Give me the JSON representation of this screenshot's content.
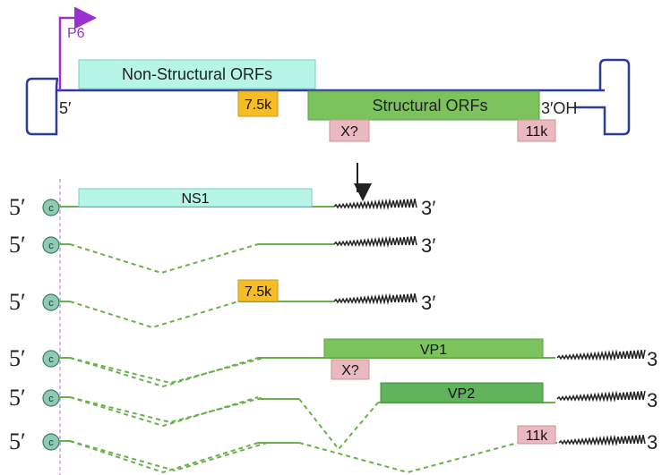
{
  "genome": {
    "promoter_label": "P6",
    "five_prime": "5′",
    "three_prime_oh": "3′OH",
    "ns_label": "Non-Structural ORFs",
    "s_label": "Structural ORFs",
    "orf_7_5k": "7.5k",
    "orf_x": "X?",
    "orf_11k": "11k"
  },
  "transcripts": {
    "five_prime": "5′",
    "cap": "c",
    "three_prime": "3′",
    "three_end": "3",
    "ns1": "NS1",
    "t3_7_5k": "7.5k",
    "vp1": "VP1",
    "t4_x": "X?",
    "vp2": "VP2",
    "t6_11k": "11k"
  },
  "colors": {
    "ns_fill": "#b7f5e8",
    "s_fill": "#7cc35e",
    "vp2_fill": "#5fb35a",
    "orf_yellow": "#f6bd26",
    "orf_pink": "#eab8bf",
    "genome_line": "#2f3c96",
    "promoter": "#9b2fd2",
    "transcript_line": "#6ab04c",
    "cap_fill": "#8ecab4"
  }
}
